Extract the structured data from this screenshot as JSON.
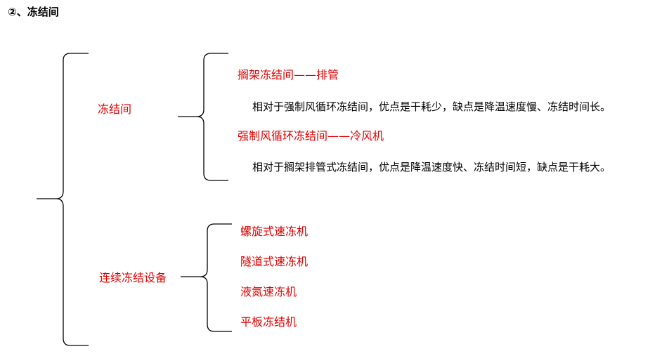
{
  "title": "②、冻结间",
  "accent_color": "#e00000",
  "tree": {
    "branches": [
      {
        "label": "冻结间",
        "children": [
          {
            "label": "搁架冻结间——排管",
            "description": "相对于强制风循环冻结间，优点是干耗少，缺点是降温速度慢、冻结时间长。"
          },
          {
            "label": "强制风循环冻结间——冷风机",
            "description": "相对于搁架排管式冻结间，优点是降温速度快、冻结时间短，缺点是干耗大。"
          }
        ]
      },
      {
        "label": "连续冻结设备",
        "children": [
          {
            "label": "螺旋式速冻机"
          },
          {
            "label": "隧道式速冻机"
          },
          {
            "label": "液氮速冻机"
          },
          {
            "label": "平板冻结机"
          }
        ]
      }
    ]
  }
}
